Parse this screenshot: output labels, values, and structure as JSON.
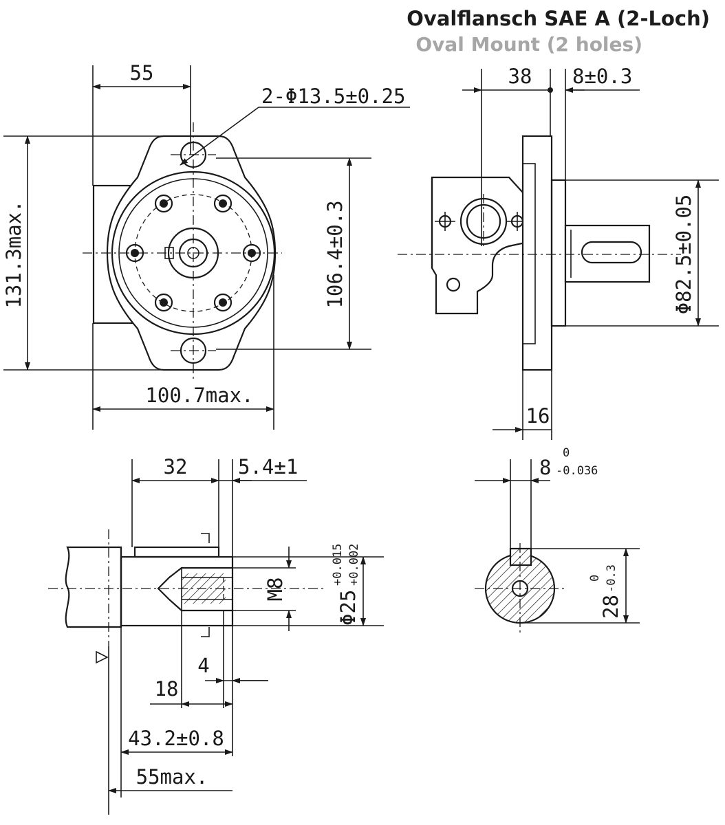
{
  "title": {
    "primary": "Ovalflansch SAE A (2-Loch)",
    "secondary": "Oval Mount (2 holes)"
  },
  "front_view": {
    "dim_top": "55",
    "dim_holes": "2-Φ13.5±0.25",
    "dim_height_max": "131.3max.",
    "dim_hole_pitch": "106.4±0.3",
    "dim_width_max": "100.7max."
  },
  "side_view": {
    "dim_38": "38",
    "dim_flange": "8±0.3",
    "dim_pilot": "Φ82.5±0.05",
    "dim_16": "16"
  },
  "shaft_view": {
    "dim_32": "32",
    "dim_stickout": "5.4±1",
    "dim_thread": "M8",
    "dim_shaft_dia": "Φ25",
    "tol_shaft_upper": "+0.015",
    "tol_shaft_lower": "+0.002",
    "dim_4": "4",
    "dim_18": "18",
    "dim_43": "43.2±0.8",
    "dim_55max": "55max."
  },
  "key_section": {
    "dim_key_width": "8",
    "tol_key_upper": "0",
    "tol_key_lower": "-0.036",
    "dim_key_height": "28",
    "tol_kh_upper": "0",
    "tol_kh_lower": "-0.3"
  }
}
